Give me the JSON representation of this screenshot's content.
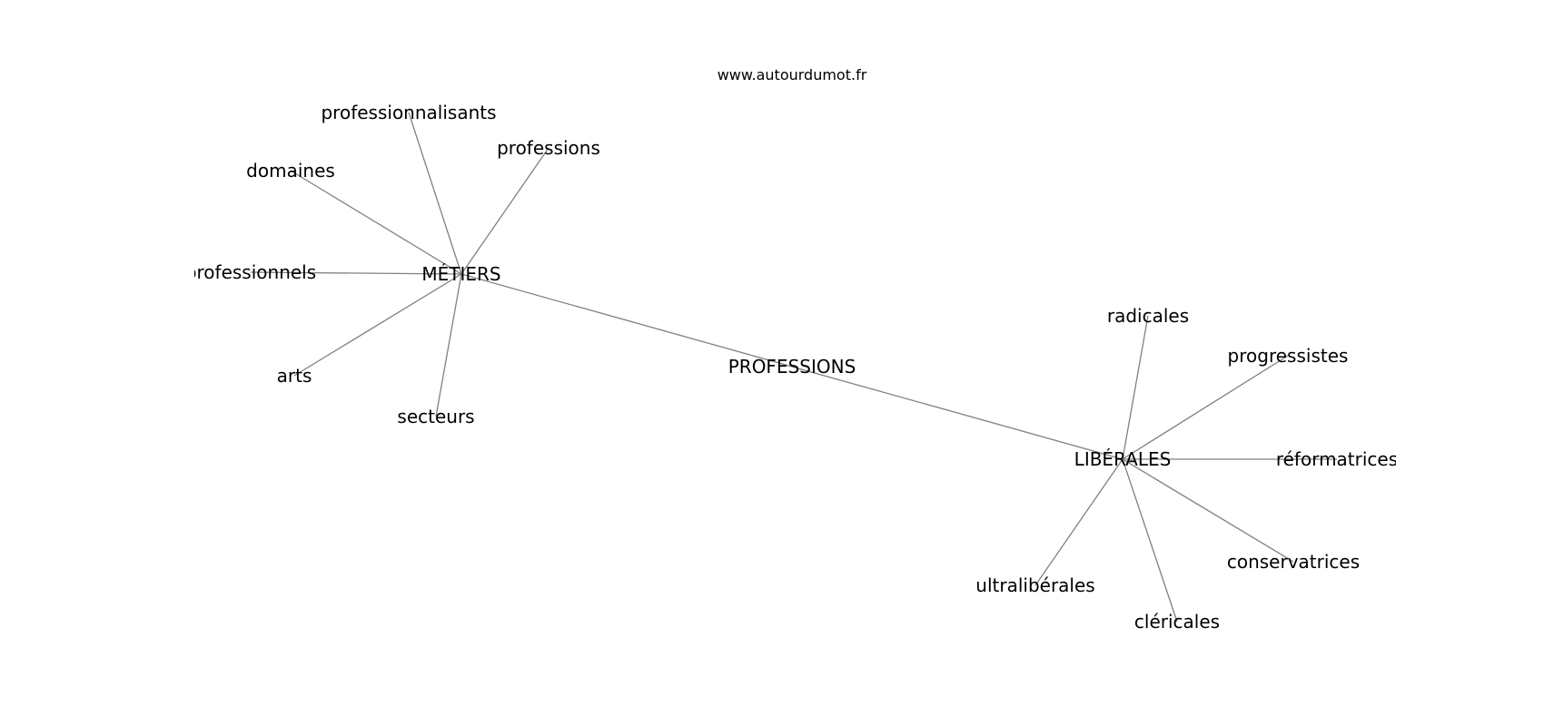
{
  "watermark": "www.autourdumot.fr",
  "nodes": [
    {
      "id": "PROFESSIONS",
      "label": "PROFESSIONS"
    },
    {
      "id": "METIERS",
      "label": "MÉTIERS"
    },
    {
      "id": "LIBERALES",
      "label": "LIBÉRALES"
    },
    {
      "id": "professionnalisants",
      "label": "professionnalisants"
    },
    {
      "id": "professions",
      "label": "professions"
    },
    {
      "id": "domaines",
      "label": "domaines"
    },
    {
      "id": "professionnels",
      "label": "professionnels"
    },
    {
      "id": "arts",
      "label": "arts"
    },
    {
      "id": "secteurs",
      "label": "secteurs"
    },
    {
      "id": "radicales",
      "label": "radicales"
    },
    {
      "id": "progressistes",
      "label": "progressistes"
    },
    {
      "id": "reformatrices",
      "label": "réformatrices"
    },
    {
      "id": "conservatrices",
      "label": "conservatrices"
    },
    {
      "id": "cléricales",
      "label": "cléricales"
    },
    {
      "id": "ultraliberales",
      "label": "ultralibérales"
    }
  ],
  "edges": [
    [
      "METIERS",
      "LIBERALES"
    ],
    [
      "METIERS",
      "professionnalisants"
    ],
    [
      "METIERS",
      "professions"
    ],
    [
      "METIERS",
      "domaines"
    ],
    [
      "METIERS",
      "professionnels"
    ],
    [
      "METIERS",
      "arts"
    ],
    [
      "METIERS",
      "secteurs"
    ],
    [
      "LIBERALES",
      "radicales"
    ],
    [
      "LIBERALES",
      "progressistes"
    ],
    [
      "LIBERALES",
      "reformatrices"
    ],
    [
      "LIBERALES",
      "conservatrices"
    ],
    [
      "LIBERALES",
      "cléricales"
    ],
    [
      "LIBERALES",
      "ultraliberales"
    ]
  ]
}
